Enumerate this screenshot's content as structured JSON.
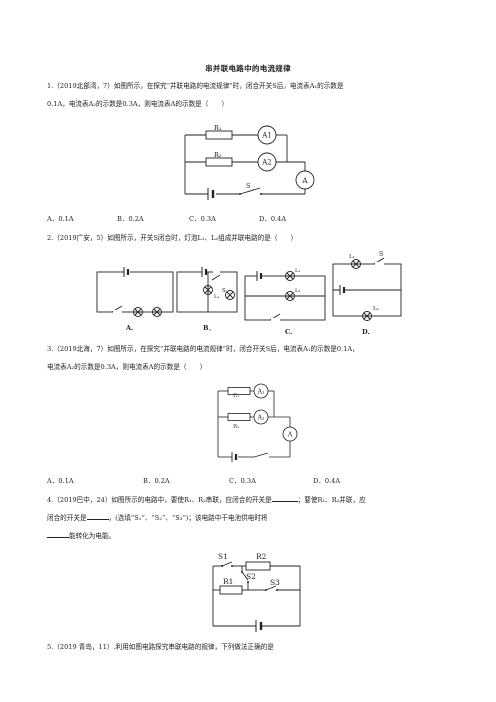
{
  "title": "串并联电路中的电流规律",
  "q1": {
    "line1": "1.（2019北部湾，7）如图所示，在探究“并联电路的电流规律”时，闭合开关S后，电流表A₁的示数是",
    "line2": "0.1A，电流表A₂的示数是0.3A，则电流表A的示数是（　　）",
    "options": [
      "A．0.1A",
      "B．0.2A",
      "C．0.3A",
      "D．0.4A"
    ],
    "labels": {
      "r1": "R₁",
      "r2": "R₂",
      "a1": "A1",
      "a2": "A2",
      "a": "A",
      "s": "S"
    }
  },
  "q2": {
    "line1": "2.（2019广安，5）如图所示，开关S闭合时，灯泡L₁、L₂组成并联电路的是（　　）",
    "options": [
      "A.",
      "B．",
      "C.",
      "D."
    ],
    "labels": {
      "s": "S",
      "l1": "L₁",
      "l2": "L₂"
    }
  },
  "q3": {
    "line1": "3.（2019北海，7）如图所示，在探究“并联电路的电流规律”时，闭合开关S后，电流表A₁的示数是0.1A，",
    "line2": "电流表A₂的示数是0.3A，则电流表A的示数是（　　）",
    "options": [
      "A．0.1A",
      "B．0.2A",
      "C．0.3A",
      "D．0.4A"
    ],
    "labels": {
      "r1": "R₁",
      "r2": "R₂",
      "a1": "A₁",
      "a2": "A₂",
      "a": "A"
    }
  },
  "q4": {
    "line1_a": "4.（2019巴中，24）如图所示的电路中，要使R₁、R₂串联，应闭合的开关是",
    "line1_b": "；要使R₁、R₂并联，应",
    "line2_a": "闭合的开关是",
    "line2_b": "，(选填“S₁”、“S₂”、“S₃”)；该电路中干电池供电时将",
    "line3": "能转化为电能。",
    "labels": {
      "s1": "S1",
      "s2": "S2",
      "s3": "S3",
      "r1": "R1",
      "r2": "R2"
    }
  },
  "q5": {
    "line1": "5.（2019 青岛，11）.利用如图电路探究串联电路的规律，下列做法正确的是"
  }
}
